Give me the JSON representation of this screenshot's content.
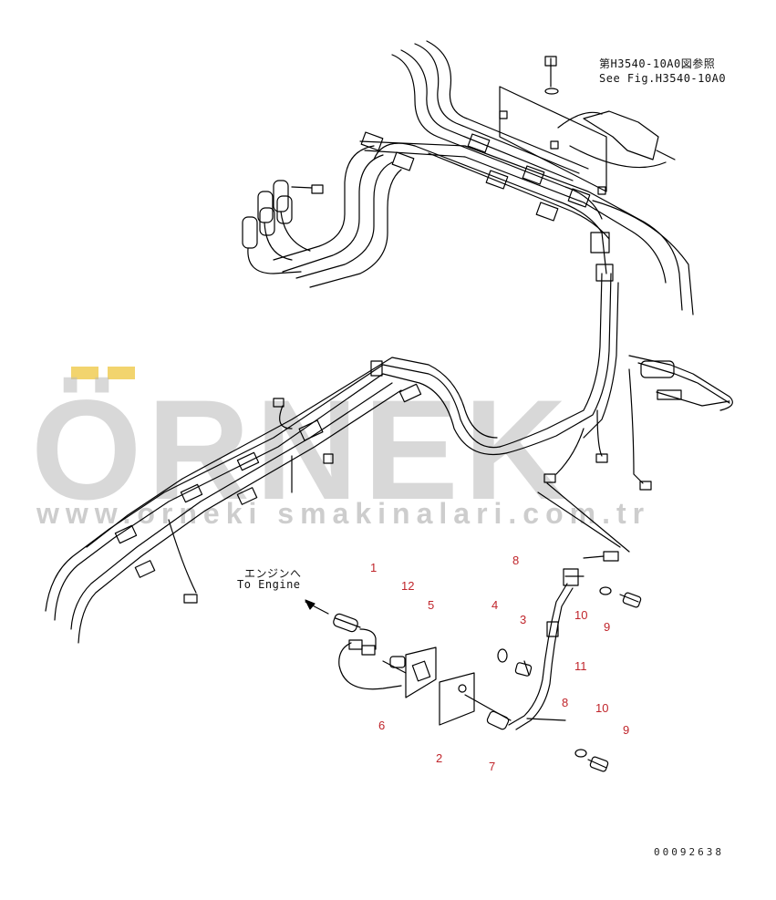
{
  "reference": {
    "line1": "第H3540-10A0図参照",
    "line2": "See Fig.H3540-10A0"
  },
  "engine_label": {
    "jp": "エンジンへ",
    "en": "To Engine"
  },
  "callouts": [
    "1",
    "12",
    "5",
    "4",
    "3",
    "8",
    "10",
    "9",
    "11",
    "6",
    "2",
    "7",
    "8",
    "10",
    "9"
  ],
  "watermark": {
    "brand": "ÖRNEK",
    "url": "www.orneki smakinalari.com.tr",
    "color": "#b9b9b9",
    "accent": "#f0cd55"
  },
  "drawing_code": "00092638",
  "colors": {
    "line": "#000000",
    "callout": "#c0252b"
  }
}
